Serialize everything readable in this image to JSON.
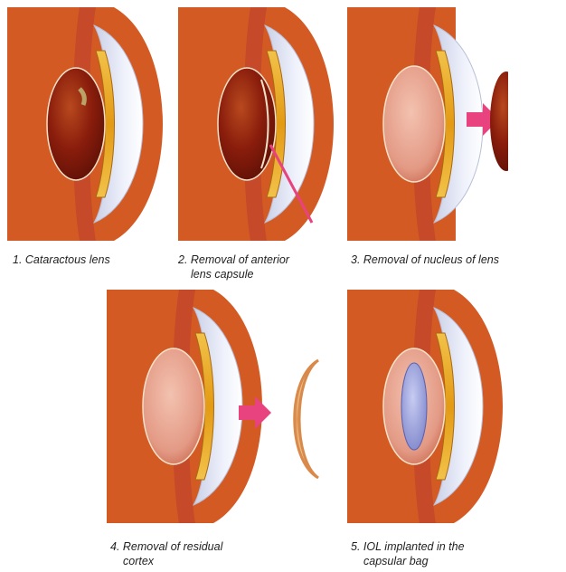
{
  "captions": {
    "step1": [
      "1. Cataractous lens"
    ],
    "step2": [
      "2. Removal of anterior",
      "lens capsule"
    ],
    "step3": [
      "3. Removal of nucleus of lens"
    ],
    "step4": [
      "4. Removal of residual",
      "cortex"
    ],
    "step5": [
      "5. IOL implanted in the",
      "capsular bag"
    ]
  },
  "colors": {
    "background_tissue": "#d45a24",
    "arrow": "#e8437f",
    "cornea": "#d9dff0",
    "iris": "#e6a31c",
    "cataract_lens": "#8a1d0c",
    "clear_lens": "#e8a08a",
    "iol": "#9fa8e0"
  }
}
